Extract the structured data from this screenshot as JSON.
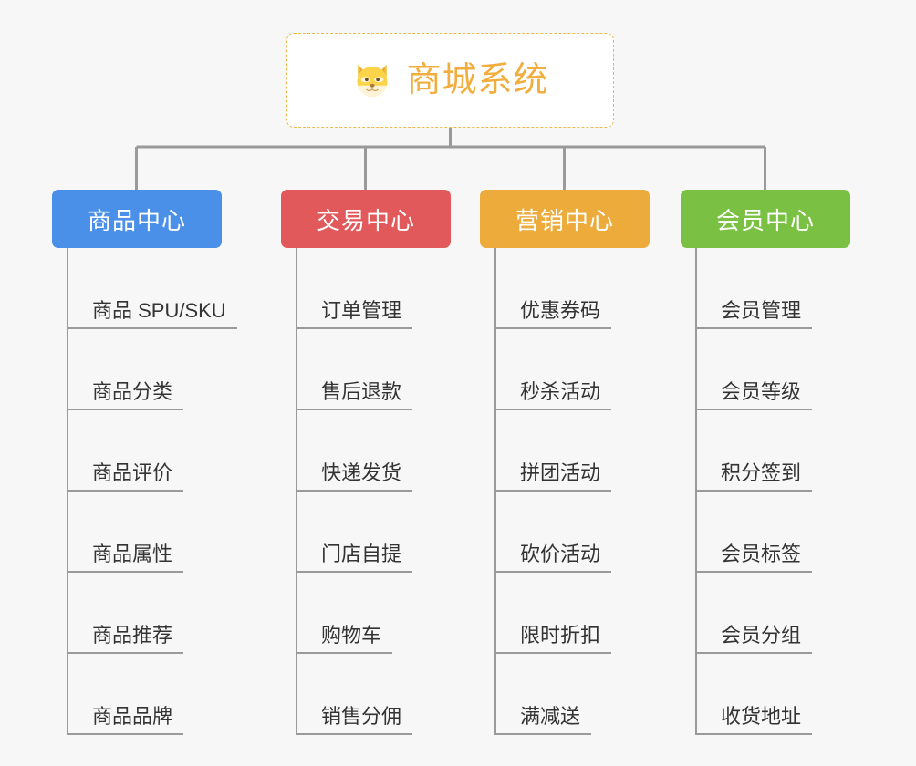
{
  "root": {
    "title": "商城系统",
    "icon": "shiba-dog-icon",
    "border_color": "#edb84a",
    "text_color": "#f1ad3e",
    "background": "#ffffff"
  },
  "canvas": {
    "background": "#f7f7f7",
    "connector_color": "#9a9a9a"
  },
  "branches": [
    {
      "label": "商品中心",
      "color": "#4a90e8",
      "items": [
        "商品 SPU/SKU",
        "商品分类",
        "商品评价",
        "商品属性",
        "商品推荐",
        "商品品牌"
      ]
    },
    {
      "label": "交易中心",
      "color": "#e2595b",
      "items": [
        "订单管理",
        "售后退款",
        "快递发货",
        "门店自提",
        "购物车",
        "销售分佣"
      ]
    },
    {
      "label": "营销中心",
      "color": "#edab3b",
      "items": [
        "优惠券码",
        "秒杀活动",
        "拼团活动",
        "砍价活动",
        "限时折扣",
        "满减送"
      ]
    },
    {
      "label": "会员中心",
      "color": "#7ac143",
      "items": [
        "会员管理",
        "会员等级",
        "积分签到",
        "会员标签",
        "会员分组",
        "收货地址"
      ]
    }
  ]
}
